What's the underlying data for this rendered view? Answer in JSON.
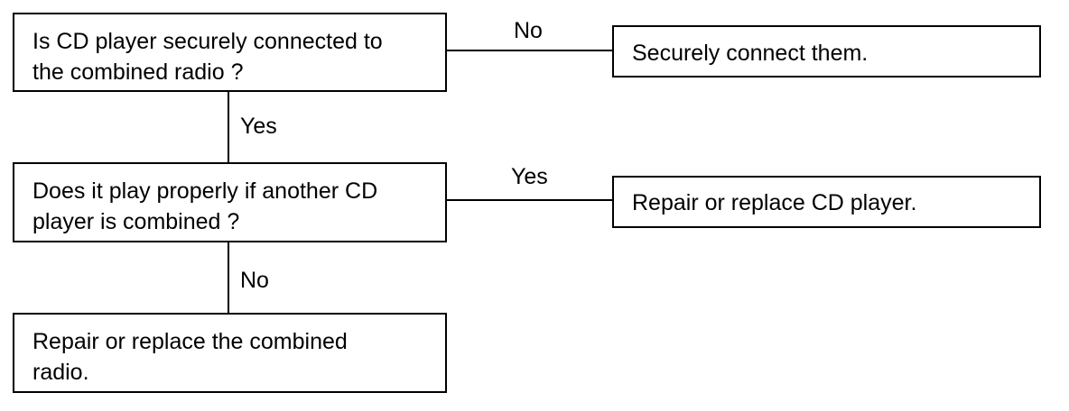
{
  "nodes": {
    "q1": {
      "lines": [
        "Is CD player securely connected to",
        "the combined radio ?"
      ]
    },
    "a1": {
      "lines": [
        "Securely connect them."
      ]
    },
    "q2": {
      "lines": [
        "Does it play properly if another CD",
        "player is combined ?"
      ]
    },
    "a2": {
      "lines": [
        "Repair or replace CD player."
      ]
    },
    "a3": {
      "lines": [
        "Repair or replace the combined",
        "radio."
      ]
    }
  },
  "edges": {
    "q1_to_a1": "No",
    "q1_to_q2": "Yes",
    "q2_to_a2": "Yes",
    "q2_to_a3": "No"
  }
}
